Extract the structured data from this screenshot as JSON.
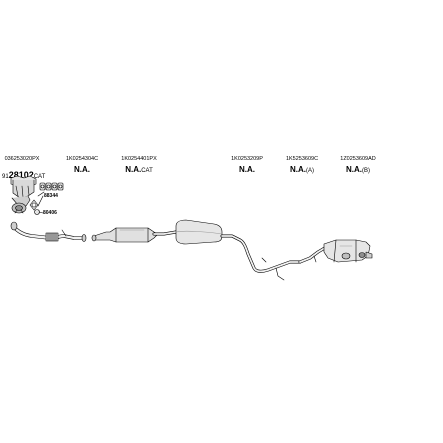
{
  "diagram": {
    "title": "",
    "first_part": {
      "number": "036253020PX",
      "prefix": "91",
      "big": "28102",
      "suffix": "CAT"
    },
    "parts": [
      {
        "number": "1K0254304C",
        "status": "N.A.",
        "status_note": ""
      },
      {
        "number": "1K0254401PX",
        "status": "N.A.",
        "status_note": "CAT"
      },
      {
        "number": "1K0253209P",
        "status": "N.A.",
        "status_note": ""
      },
      {
        "number": "1K5253609C",
        "status": "N.A.",
        "status_note": "(A)"
      },
      {
        "number": "1Z0253609AD",
        "status": "N.A.",
        "status_note": "(B)"
      }
    ],
    "small_labels": {
      "a": "88344",
      "b": "80406"
    },
    "colors": {
      "line": "#000000",
      "fill_light": "#f2f2f2",
      "fill_mid": "#d9d9d9",
      "fill_dark": "#9a9a9a"
    }
  }
}
